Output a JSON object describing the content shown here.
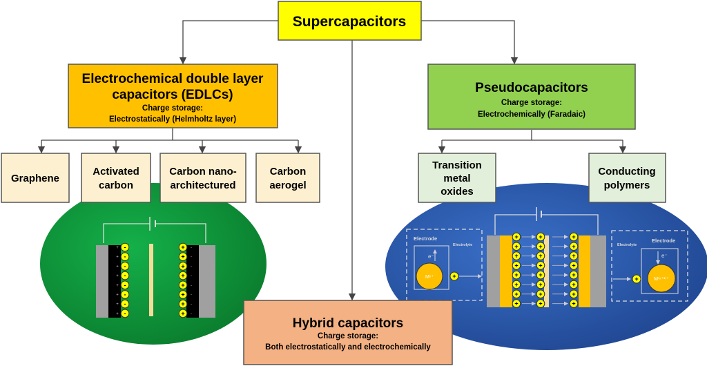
{
  "root": {
    "label": "Supercapacitors"
  },
  "edlc": {
    "title1": "Electrochemical double layer",
    "title2": "capacitors (EDLCs)",
    "sub1": "Charge storage:",
    "sub2": "Electrostatically (Helmholtz layer)"
  },
  "pseudo": {
    "title": "Pseudocapacitors",
    "sub1": "Charge storage:",
    "sub2": "Electrochemically (Faradaic)"
  },
  "hybrid": {
    "title": "Hybrid capacitors",
    "sub1": "Charge storage:",
    "sub2": "Both electrostatically and electrochemically"
  },
  "edlc_types": [
    {
      "l1": "Graphene",
      "l2": ""
    },
    {
      "l1": "Activated",
      "l2": "carbon"
    },
    {
      "l1": "Carbon nano-",
      "l2": "architectured"
    },
    {
      "l1": "Carbon",
      "l2": "aerogel"
    }
  ],
  "pseudo_types": [
    {
      "l1": "Transition",
      "l2": "metal",
      "l3": "oxides"
    },
    {
      "l1": "Conducting",
      "l2": "polymers",
      "l3": ""
    }
  ],
  "pseudo_diagram": {
    "left_electrode": "Electrode",
    "left_electrolyte": "Electrolyte",
    "left_electron": "e⁻",
    "left_metal": "Mⁿ⁺",
    "right_electrode": "Electrode",
    "right_electrolyte": "Electrolyte",
    "right_electron": "e⁻",
    "right_metal": "M⁽ⁿ⁺¹⁾⁺"
  },
  "colors": {
    "root": "#ffff00",
    "edlc": "#ffc000",
    "pseudo": "#92d050",
    "hybrid": "#f4b183",
    "edlc_type": "#fdf0d0",
    "pseudo_type": "#e2efda",
    "green_ellipse": "#0f9a3a",
    "blue_ellipse": "#2c5db0",
    "ion": "#ffff00"
  }
}
